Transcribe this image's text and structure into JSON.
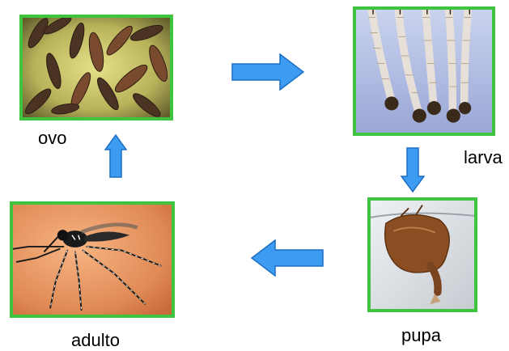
{
  "stages": {
    "egg": {
      "label": "ovo",
      "image": "mosquito-eggs-photo"
    },
    "larva": {
      "label": "larva",
      "image": "mosquito-larvae-photo"
    },
    "pupa": {
      "label": "pupa",
      "image": "mosquito-pupa-photo"
    },
    "adult": {
      "label": "adulto",
      "image": "mosquito-adult-photo"
    }
  },
  "arrows": [
    {
      "from": "egg",
      "to": "larva",
      "direction": "right"
    },
    {
      "from": "larva",
      "to": "pupa",
      "direction": "down"
    },
    {
      "from": "pupa",
      "to": "adult",
      "direction": "left"
    },
    {
      "from": "adult",
      "to": "egg",
      "direction": "up"
    }
  ],
  "colors": {
    "frame": "#3fc43f",
    "arrow_fill": "#3d9bf2",
    "arrow_stroke": "#1c6fc4",
    "text": "#000000"
  }
}
